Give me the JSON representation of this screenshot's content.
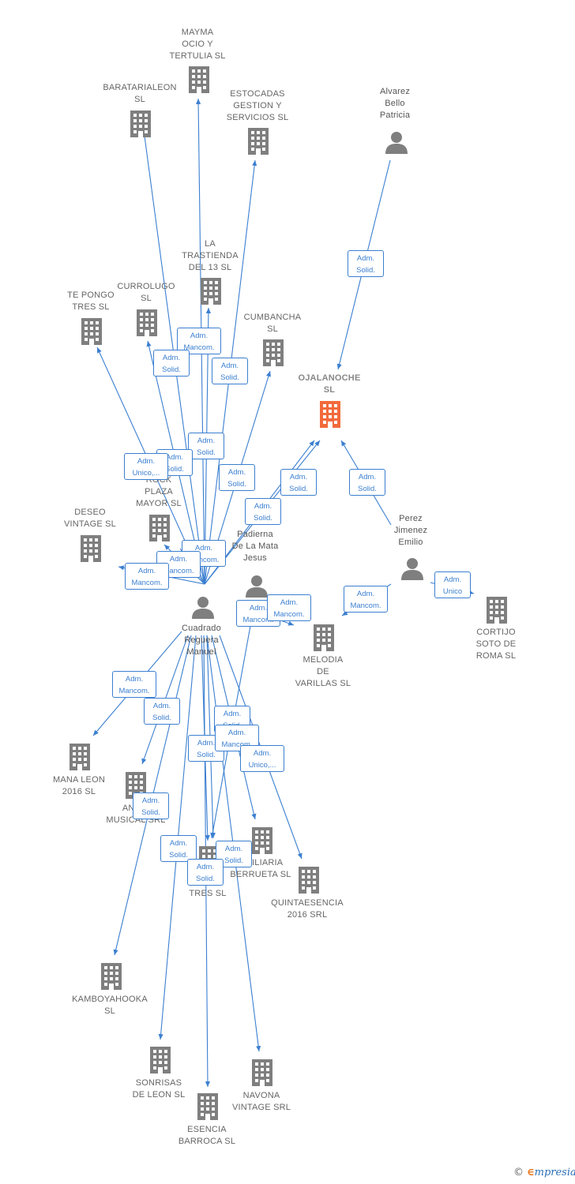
{
  "colors": {
    "edge": "#3b7fd0",
    "company": "#7f7f7f",
    "focus_company": "#f26a3c",
    "person": "#7f7f7f"
  },
  "nodes": {
    "mayma": {
      "label": "MAYMA\nOCIO Y\nTERTULIA  SL",
      "type": "company"
    },
    "baratarialeon": {
      "label": "BARATARIALEON\nSL",
      "type": "company"
    },
    "estocadas": {
      "label": "ESTOCADAS\nGESTION Y\nSERVICIOS SL",
      "type": "company"
    },
    "alvarez": {
      "label": "Alvarez\nBello\nPatricia",
      "type": "person"
    },
    "trastienda": {
      "label": "LA\nTRASTIENDA\nDEL 13 SL",
      "type": "company"
    },
    "te_pongo": {
      "label": "TE PONGO\nTRES  SL",
      "type": "company"
    },
    "currolugo": {
      "label": "CURROLUGO\nSL",
      "type": "company"
    },
    "cumbancha": {
      "label": "CUMBANCHA\nSL",
      "type": "company"
    },
    "ojalanoche": {
      "label": "OJALANOCHE\nSL",
      "type": "focus"
    },
    "rock_plaza": {
      "label": "ROCK\nPLAZA\nMAYOR SL",
      "type": "company"
    },
    "deseo": {
      "label": "DESEO\nVINTAGE SL",
      "type": "company"
    },
    "padierna": {
      "label": "Padierna\nDe La Mata\nJesus",
      "type": "person"
    },
    "perez": {
      "label": "Perez\nJimenez\nEmilio",
      "type": "person"
    },
    "cuadrado": {
      "label": "Cuadrado\nReguera\nManuel",
      "type": "person"
    },
    "melodia": {
      "label": "MELODIA\nDE\nVARILLAS SL",
      "type": "company"
    },
    "cortijo": {
      "label": "CORTIJO\nSOTO DE\nROMA  SL",
      "type": "company"
    },
    "mana_leon": {
      "label": "MANA LEON\n2016  SL",
      "type": "company"
    },
    "musical": {
      "label": "ANG...\nMUSICAL SRL",
      "type": "company"
    },
    "berrueta": {
      "label": "...BILIARIA\nBERRUETA  SL",
      "type": "company"
    },
    "tres": {
      "label": "TRES  SL",
      "type": "company"
    },
    "quintaesencia": {
      "label": "QUINTAESENCIA\n2016 SRL",
      "type": "company"
    },
    "kamboya": {
      "label": "KAMBOYAHOOKA\nSL",
      "type": "company"
    },
    "sonrisas": {
      "label": "SONRISAS\nDE LEON SL",
      "type": "company"
    },
    "navona": {
      "label": "NAVONA\nVINTAGE SRL",
      "type": "company"
    },
    "esencia": {
      "label": "ESENCIA\nBARROCA  SL",
      "type": "company"
    }
  },
  "relation_labels": [
    "Adm.\nSolid.",
    "Adm.\nMancom.",
    "Adm.\nSolid.",
    "Adm.\nSolid.",
    "Adm.\nSolid.",
    "Adm.\nSolid.",
    "Adm.\nUnico,...",
    "Adm.\nSolid.",
    "Adm.\nSolid.",
    "Adm.\nSolid.",
    "Adm.\nSolid.",
    "Adm.\nMancom.",
    "Adm.\nMancom.",
    "Adm.\nMancom.",
    "Adm.\nMancom.",
    "Adm.\nMancom.",
    "Adm.\nMancom.",
    "Adm.\nUnico",
    "Adm.\nMancom.",
    "Adm.\nSolid.",
    "Adm.\nSolid.",
    "Adm.\nSolid.",
    "Adm.\nMancom.",
    "Adm.\nSolid.",
    "Adm.\nUnico,...",
    "Adm.\nSolid.",
    "Adm.\nSolid.",
    "Adm.\nSolid.",
    "Adm.\nSolid."
  ],
  "watermark": {
    "symbol": "©",
    "brand_initial": "∈",
    "brand_rest": "mpresia"
  }
}
